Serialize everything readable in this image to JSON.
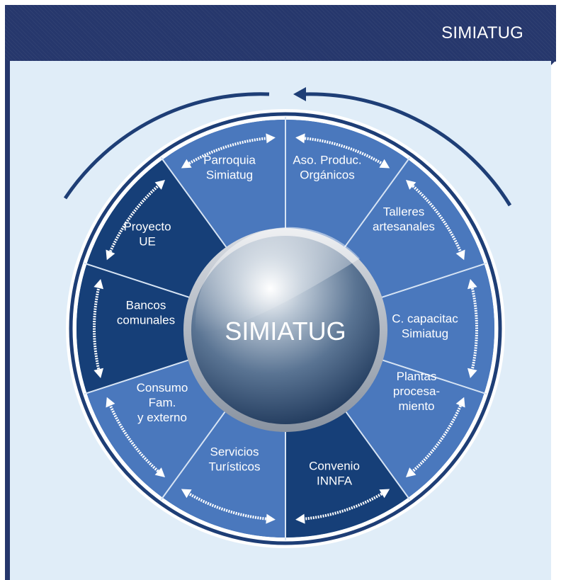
{
  "header": {
    "title": "SIMIATUG"
  },
  "diagram": {
    "center_label": "SIMIATUG",
    "segments": [
      {
        "lines": [
          "Parroquia",
          "Simiatug"
        ],
        "dark": false
      },
      {
        "lines": [
          "Aso. Produc.",
          "Orgánicos"
        ],
        "dark": false
      },
      {
        "lines": [
          "Talleres",
          "artesanales"
        ],
        "dark": false
      },
      {
        "lines": [
          "C. capacitac",
          "Simiatug"
        ],
        "dark": false
      },
      {
        "lines": [
          "Plantas",
          "procesa-",
          "miento"
        ],
        "dark": false
      },
      {
        "lines": [
          "Convenio",
          "INNFA"
        ],
        "dark": true
      },
      {
        "lines": [
          "Servicios",
          "Turísticos"
        ],
        "dark": false
      },
      {
        "lines": [
          "Consumo",
          "Fam.",
          "y externo"
        ],
        "dark": false
      },
      {
        "lines": [
          "Bancos",
          "comunales"
        ],
        "dark": true
      },
      {
        "lines": [
          "Proyecto",
          "UE"
        ],
        "dark": true
      }
    ],
    "colors": {
      "header": "#26376c",
      "panel": "#e0edf8",
      "segment_light": "#4a78bd",
      "segment_dark": "#163f78",
      "ring": "#1e3e76",
      "arrow": "#ffffff"
    }
  }
}
